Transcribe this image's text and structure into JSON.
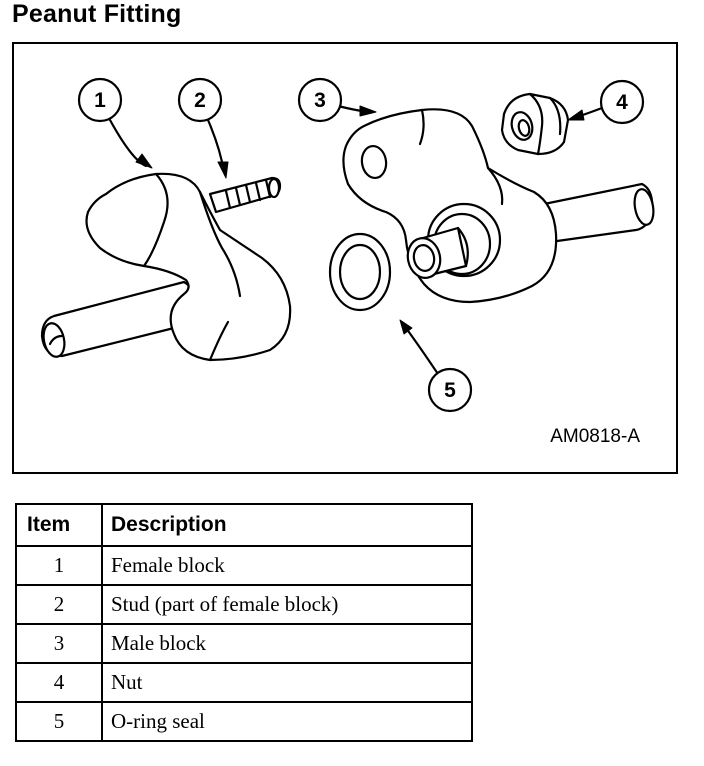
{
  "title": "Peanut Fitting",
  "figure": {
    "id": "AM0818-A",
    "callouts": [
      "1",
      "2",
      "3",
      "4",
      "5"
    ],
    "parts": [
      "female-block",
      "stud",
      "male-block",
      "nut",
      "o-ring-seal"
    ]
  },
  "legend": {
    "headers": {
      "item": "Item",
      "description": "Description"
    },
    "rows": [
      {
        "item": "1",
        "description": "Female block"
      },
      {
        "item": "2",
        "description": "Stud (part of female block)"
      },
      {
        "item": "3",
        "description": "Male block"
      },
      {
        "item": "4",
        "description": "Nut"
      },
      {
        "item": "5",
        "description": "O-ring seal"
      }
    ]
  }
}
